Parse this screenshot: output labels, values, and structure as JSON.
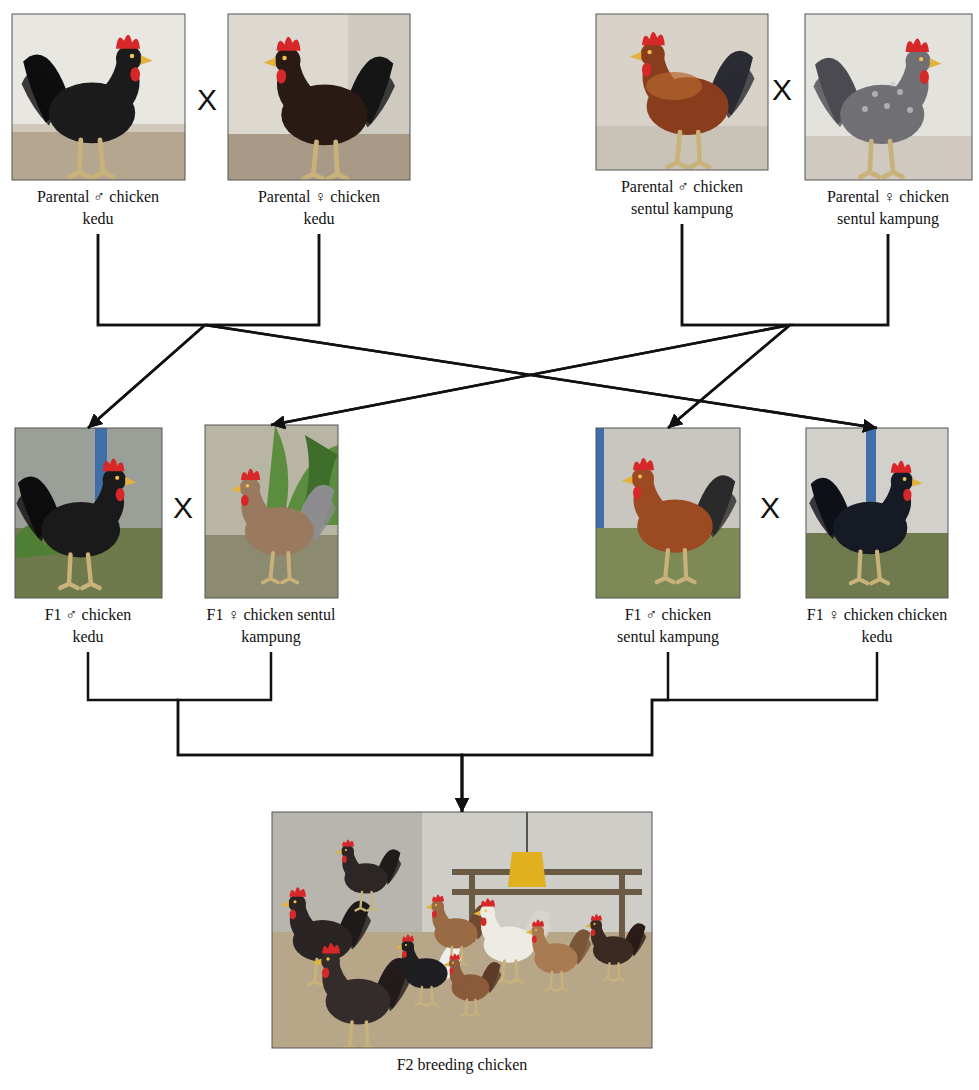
{
  "diagram": {
    "nodes": [
      {
        "text": [
          "Parental ♂ chicken kedu"
        ]
      },
      {
        "text": [
          "Parental ♀ chicken kedu"
        ]
      },
      {
        "text": [
          "Parental ♂ chicken sentul kampung"
        ]
      },
      {
        "text": [
          "Parental ♀ chicken sentul kampung"
        ]
      },
      {
        "text": [
          "F1 ♂ chicken kedu"
        ]
      },
      {
        "text": [
          "F1 ♀ chicken sentul kampung"
        ]
      },
      {
        "text": [
          "F1 ♂ chicken sentul kampung"
        ]
      },
      {
        "text": [
          "F1 ♀ chicken chicken kedu"
        ]
      },
      {
        "text": [
          "F2 breeding chicken"
        ]
      }
    ],
    "edges": [
      {
        "from": 0,
        "to": 4,
        "arrow": "to"
      },
      {
        "from": 1,
        "to": 4,
        "arrow": "to"
      },
      {
        "from": 0,
        "to": 7,
        "arrow": "to"
      },
      {
        "from": 1,
        "to": 7,
        "arrow": "to"
      },
      {
        "from": 2,
        "to": 5,
        "arrow": "to"
      },
      {
        "from": 3,
        "to": 5,
        "arrow": "to"
      },
      {
        "from": 2,
        "to": 6,
        "arrow": "to"
      },
      {
        "from": 3,
        "to": 6,
        "arrow": "to"
      },
      {
        "from": 4,
        "to": 8,
        "arrow": "to"
      },
      {
        "from": 5,
        "to": 8,
        "arrow": "to"
      },
      {
        "from": 6,
        "to": 8,
        "arrow": "to"
      },
      {
        "from": 7,
        "to": 8,
        "arrow": "to"
      }
    ],
    "labels": [
      "X",
      "X",
      "X",
      "X"
    ]
  }
}
